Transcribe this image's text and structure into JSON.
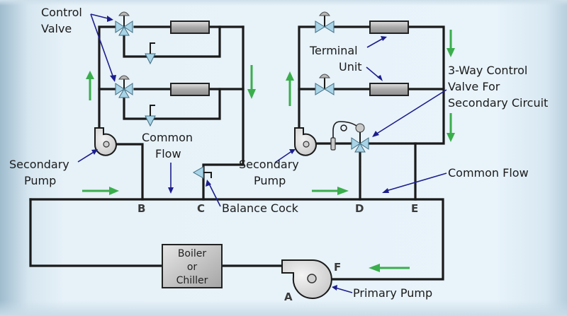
{
  "diagram": {
    "title": "Primary-secondary pumping circuit",
    "labels": {
      "control_valve_line1": "Control",
      "control_valve_line2": "Valve",
      "terminal_unit_line1": "Terminal",
      "terminal_unit_line2": "Unit",
      "three_way_line1": "3-Way Control",
      "three_way_line2": "Valve For",
      "three_way_line3": "Secondary Circuit",
      "common_flow_left_line1": "Common",
      "common_flow_left_line2": "Flow",
      "common_flow_right": "Common Flow",
      "secondary_pump_left_line1": "Secondary",
      "secondary_pump_left_line2": "Pump",
      "secondary_pump_right_line1": "Secondary",
      "secondary_pump_right_line2": "Pump",
      "balance_cock": "Balance Cock",
      "primary_pump": "Primary Pump",
      "boiler_line1": "Boiler",
      "boiler_line2": "or",
      "boiler_line3": "Chiller"
    },
    "nodes": {
      "a": "A",
      "b": "B",
      "c": "C",
      "d": "D",
      "e": "E",
      "f": "F"
    },
    "colors": {
      "pipe": "#1a1a1a",
      "flow_arrow": "#3aae4c",
      "leader_line": "#1d1e8c",
      "valve_fill": "#a9d3e6",
      "background": "#e8f3fa"
    }
  }
}
